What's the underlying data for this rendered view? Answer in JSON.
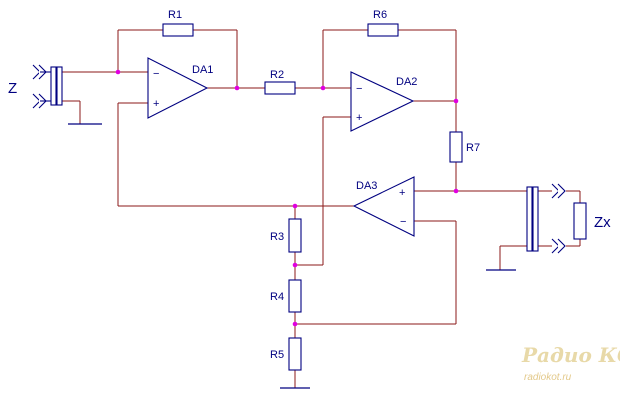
{
  "labels": {
    "input": "Z",
    "output": "Zx",
    "amps": {
      "da1": "DA1",
      "da2": "DA2",
      "da3": "DA3"
    },
    "resistors": {
      "r1": "R1",
      "r2": "R2",
      "r3": "R3",
      "r4": "R4",
      "r5": "R5",
      "r6": "R6",
      "r7": "R7"
    },
    "minus": "−",
    "plus": "+"
  },
  "watermark": {
    "logo": "Радио КОТ",
    "site": "radiokot.ru"
  },
  "colors": {
    "wire": "#8b1a1a",
    "component": "#000080",
    "junction": "#e000e0",
    "watermark": "#e8d9a8"
  }
}
